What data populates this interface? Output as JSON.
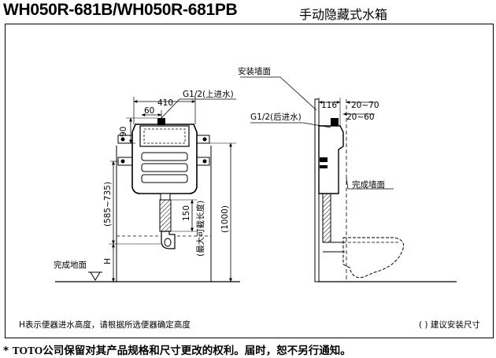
{
  "header": {
    "model": "WH050R-681B/WH050R-681PB",
    "description": "手动隐藏式水箱"
  },
  "front_view": {
    "labels": {
      "inlet_top": "G1/2(上进水)",
      "width": "410",
      "offset_60": "60",
      "height_90": "90",
      "adjust_range": "(585~735)",
      "dim_150": "150",
      "max_cut_length": "(最大可截长度)",
      "total_height": "(1000)",
      "h_mark": "H",
      "finished_floor": "完成地面"
    }
  },
  "side_view": {
    "labels": {
      "install_wall": "安装墙面",
      "dim_116": "116",
      "dim_20_70": "20~70",
      "dim_20_60": "20~60",
      "inlet_rear": "G1/2(后进水)",
      "finished_wall": "完成墙面"
    }
  },
  "notes": {
    "h_note": "H表示便器进水高度，请根据所选便器确定高度",
    "legend": "( ) 建议安装尺寸"
  },
  "footnote": {
    "marker": "*",
    "brand": "TOTO",
    "text": "公司保留对其产品规格和尺寸更改的权利。届时，恕不另行通知。"
  }
}
